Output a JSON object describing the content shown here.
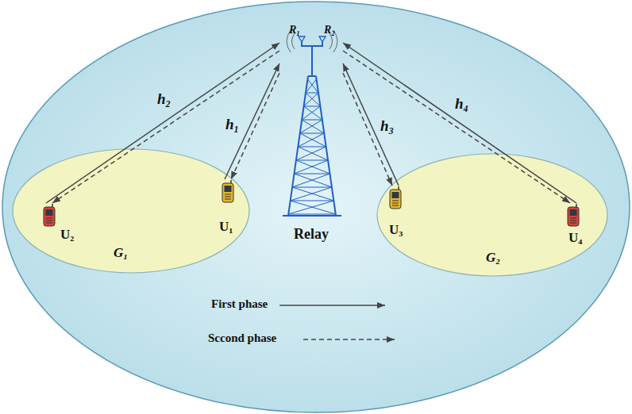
{
  "diagram": {
    "nodes": [
      {
        "text": [
          "Relay"
        ]
      },
      {
        "text": [
          "G₁"
        ]
      },
      {
        "text": [
          "U₂"
        ],
        "in": 1
      },
      {
        "text": [
          "U₁"
        ],
        "in": 1
      },
      {
        "text": [
          "G₂"
        ]
      },
      {
        "text": [
          "U₃"
        ],
        "in": 4
      },
      {
        "text": [
          "U₄"
        ],
        "in": 4
      }
    ],
    "edges": [
      {
        "from": 2,
        "to": 0,
        "arrow": "to",
        "label": "h₂"
      },
      {
        "from": 0,
        "to": 2,
        "arrow": "to"
      },
      {
        "from": 3,
        "to": 0,
        "arrow": "to",
        "label": "h₁"
      },
      {
        "from": 0,
        "to": 3,
        "arrow": "to"
      },
      {
        "from": 5,
        "to": 0,
        "arrow": "to",
        "label": "h₃"
      },
      {
        "from": 0,
        "to": 5,
        "arrow": "to"
      },
      {
        "from": 6,
        "to": 0,
        "arrow": "to",
        "label": "h₄"
      },
      {
        "from": 0,
        "to": 6,
        "arrow": "to"
      }
    ],
    "labels": [
      "R₁",
      "R₂"
    ],
    "legend": [
      {
        "text": "First phase"
      },
      {
        "text": "Sccond phase"
      }
    ]
  }
}
